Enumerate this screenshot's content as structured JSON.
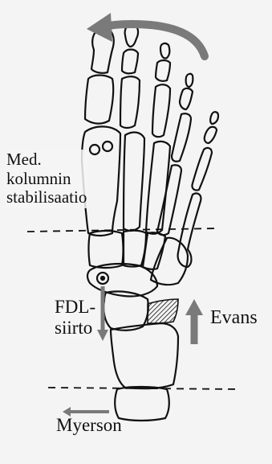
{
  "labels": {
    "medial_column": [
      "Med.",
      "kolumnin",
      "stabilisaatio"
    ],
    "fdl": [
      "FDL-",
      "siirto"
    ],
    "evans": "Evans",
    "myerson": "Myerson"
  },
  "colors": {
    "background": "#f4f4f4",
    "outline": "#111111",
    "arrow": "#7a7a7a",
    "text": "#111111"
  }
}
